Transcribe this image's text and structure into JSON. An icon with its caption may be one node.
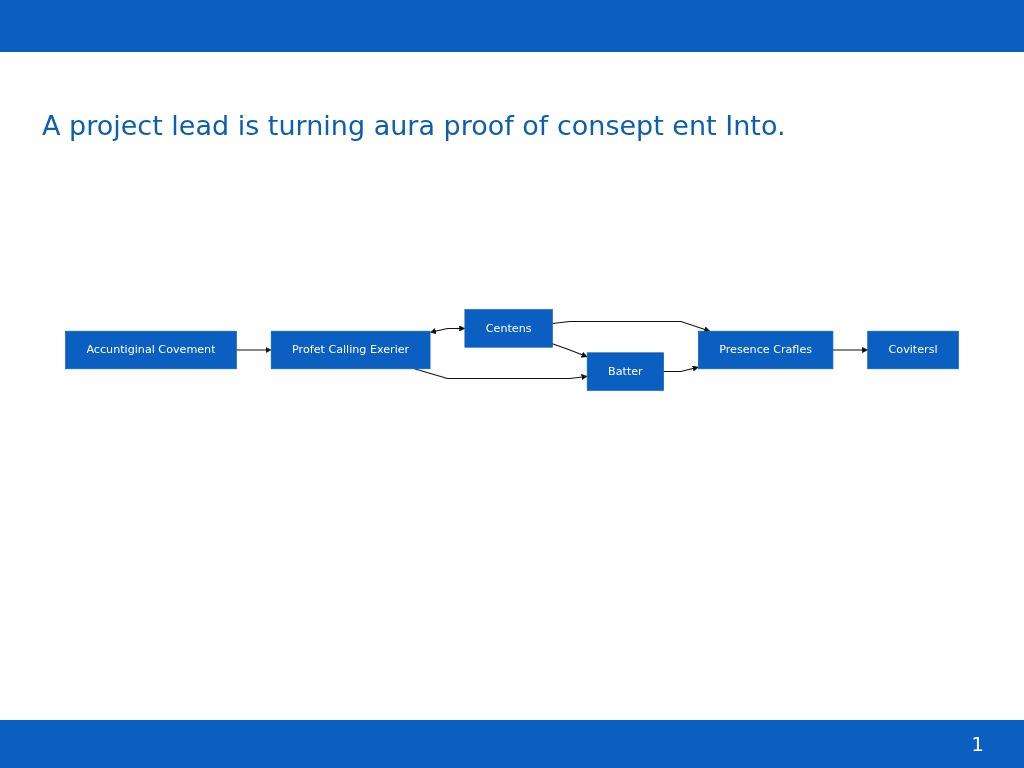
{
  "diagram": {
    "title": "A project lead is turning aura proof of consept ent Into.",
    "nodes": [
      {
        "text": [
          "Accuntiginal Covement"
        ]
      },
      {
        "text": [
          "Profet Calling Exerier"
        ]
      },
      {
        "text": [
          "Centens"
        ]
      },
      {
        "text": [
          "Batter"
        ]
      },
      {
        "text": [
          "Presence Crafles"
        ]
      },
      {
        "text": [
          "Covitersl"
        ]
      }
    ],
    "edges": [
      {
        "from": 0,
        "to": 1,
        "arrow": "to"
      },
      {
        "from": 1,
        "to": 2,
        "arrow": "both"
      },
      {
        "from": 2,
        "to": 3,
        "arrow": "to"
      },
      {
        "from": 2,
        "to": 4,
        "arrow": "to"
      },
      {
        "from": 1,
        "to": 3,
        "arrow": "to"
      },
      {
        "from": 3,
        "to": 4,
        "arrow": "to"
      },
      {
        "from": 4,
        "to": 5,
        "arrow": "to"
      }
    ],
    "labels": [
      "1"
    ]
  }
}
